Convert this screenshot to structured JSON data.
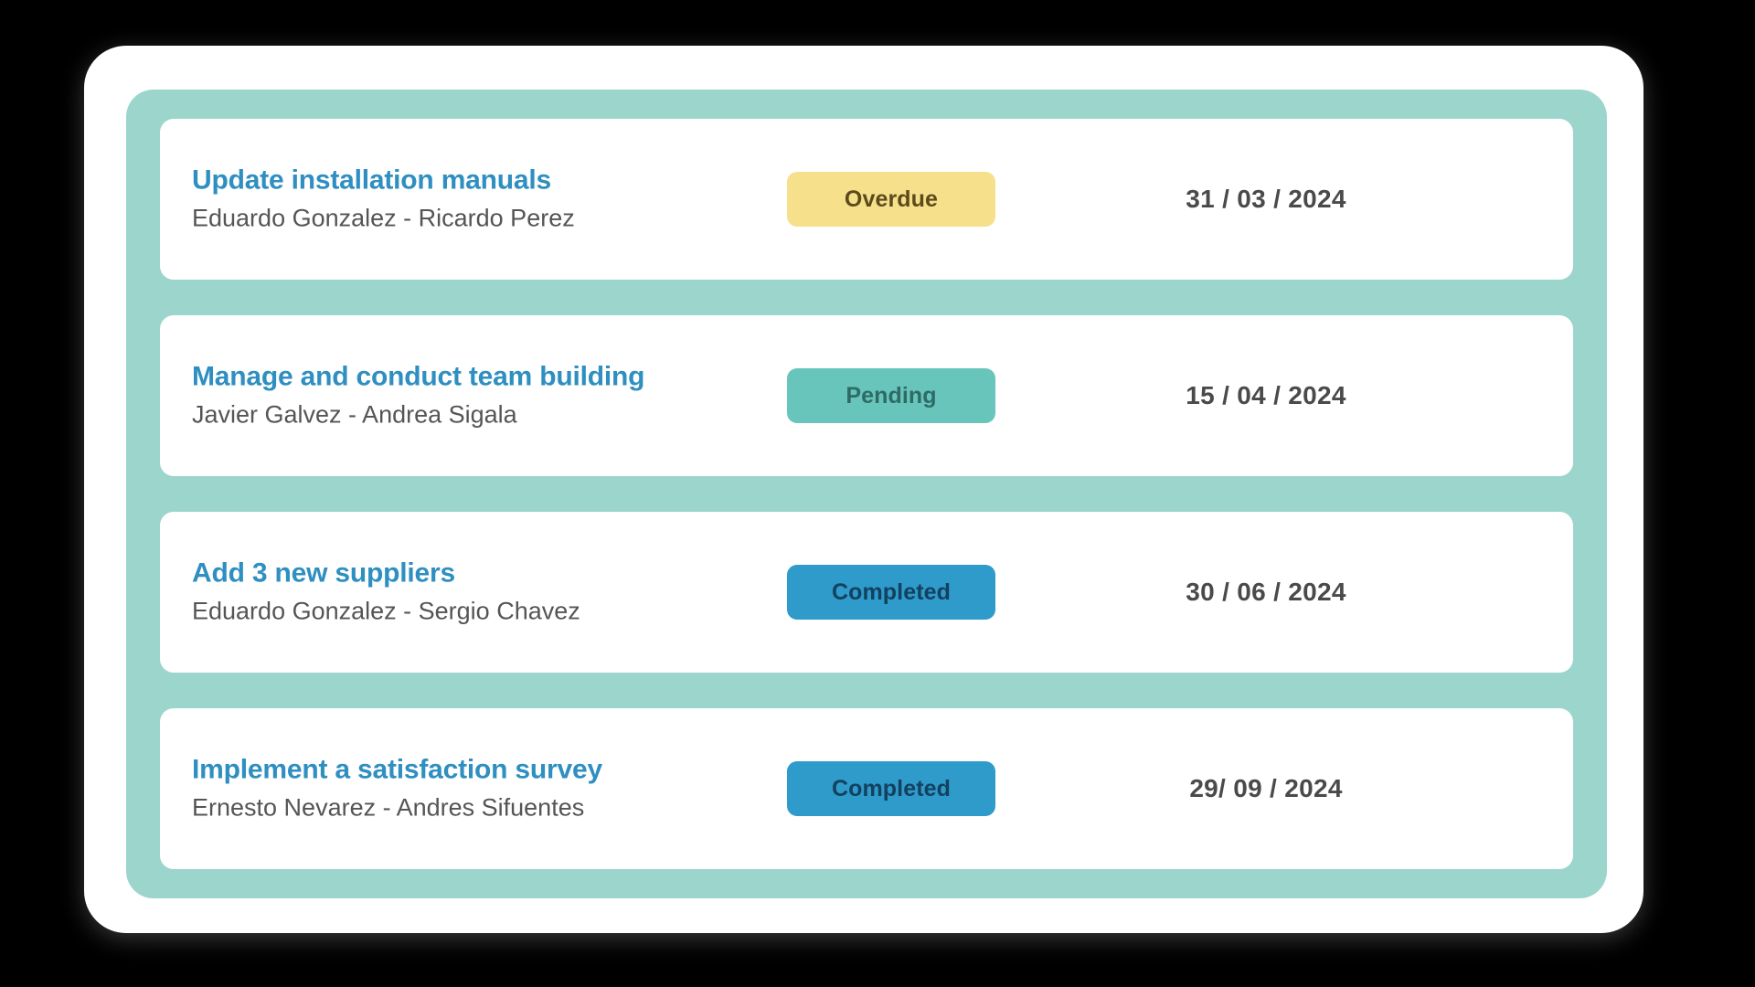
{
  "board": {
    "accent_teal": "#9BD5CC",
    "card_background": "#FFFFFF",
    "page_background": "#000000",
    "title_color": "#2E8FC0",
    "people_color": "#555555",
    "date_color": "#4A4A4A"
  },
  "status_colors": {
    "overdue_background": "#F7E08C",
    "overdue_text": "#5C4A1B",
    "pending_background": "#68C5BB",
    "pending_text": "#2E6B66",
    "completed_background": "#2E9BCB",
    "completed_text": "#13415F"
  },
  "tasks": [
    {
      "title": "Update installation manuals",
      "people": "Eduardo Gonzalez -  Ricardo Perez",
      "status": "Overdue",
      "status_key": "overdue",
      "date": "31 / 03 / 2024"
    },
    {
      "title": "Manage and conduct team building",
      "people": "Javier Galvez -  Andrea Sigala",
      "status": "Pending",
      "status_key": "pending",
      "date": "15 / 04 / 2024"
    },
    {
      "title": "Add 3 new suppliers",
      "people": "Eduardo Gonzalez -  Sergio Chavez",
      "status": "Completed",
      "status_key": "completed",
      "date": "30 / 06 / 2024"
    },
    {
      "title": "Implement a satisfaction survey",
      "people": "Ernesto Nevarez - Andres Sifuentes",
      "status": "Completed",
      "status_key": "completed",
      "date": "29/ 09 / 2024"
    }
  ]
}
